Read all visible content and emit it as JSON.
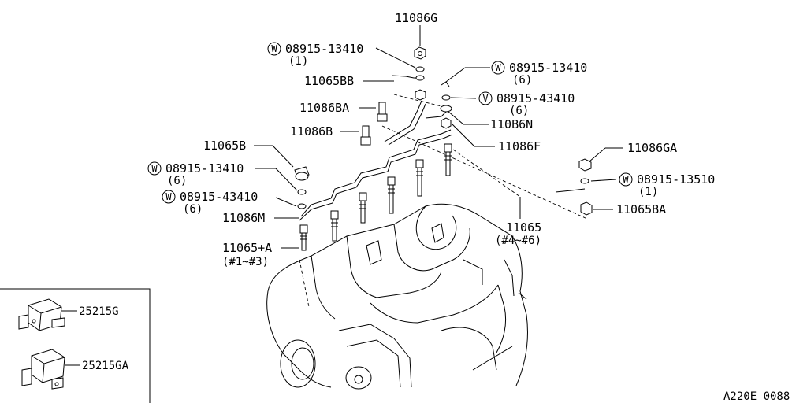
{
  "labels": {
    "p11086G": "11086G",
    "w1_part": "08915-13410",
    "w1_qty": "(1)",
    "p11065BB": "11065BB",
    "p11086BA": "11086BA",
    "p11086B": "11086B",
    "p11065B": "11065B",
    "w3_part": "08915-13410",
    "w3_qty": "(6)",
    "w4_part": "08915-43410",
    "w4_qty": "(6)",
    "p11086M": "11086M",
    "p11065A": "11065+A",
    "p11065A_range": "(#1~#3)",
    "w2_part": "08915-13410",
    "w2_qty": "(6)",
    "v1_part": "08915-43410",
    "v1_qty": "(6)",
    "p11086N": "110B6N",
    "p11086F": "11086F",
    "p11086GA": "11086GA",
    "w5_part": "08915-13510",
    "w5_qty": "(1)",
    "p11065BA": "11065BA",
    "p11065": "11065",
    "p11065_range": "(#4~#6)",
    "r25215G": "25215G",
    "r25215GA": "25215GA"
  },
  "markers": {
    "w": "W",
    "v": "V"
  },
  "footer": {
    "code": "A220E 0088"
  }
}
